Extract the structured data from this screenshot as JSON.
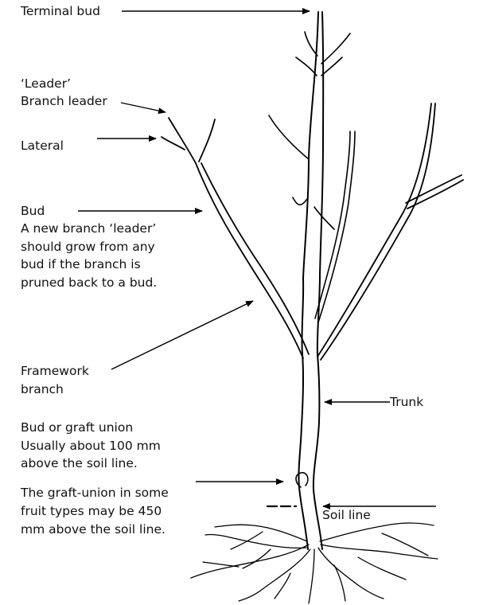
{
  "labels": {
    "terminal_bud": "Terminal bud",
    "leader_quote": "‘Leader’",
    "branch_leader": "Branch leader",
    "lateral": "Lateral",
    "bud": "Bud",
    "bud_note": [
      "A new branch ‘leader’",
      "should grow from any",
      "bud if the branch is",
      "pruned back to a bud."
    ],
    "framework_branch": [
      "Framework",
      "branch"
    ],
    "trunk": "Trunk",
    "graft_union": [
      "Bud or graft union",
      "Usually about 100 mm",
      "above the soil line."
    ],
    "graft_note": [
      "The graft-union in some",
      "fruit types may be 450",
      "mm above the soil line."
    ],
    "soil_line": "Soil line"
  }
}
